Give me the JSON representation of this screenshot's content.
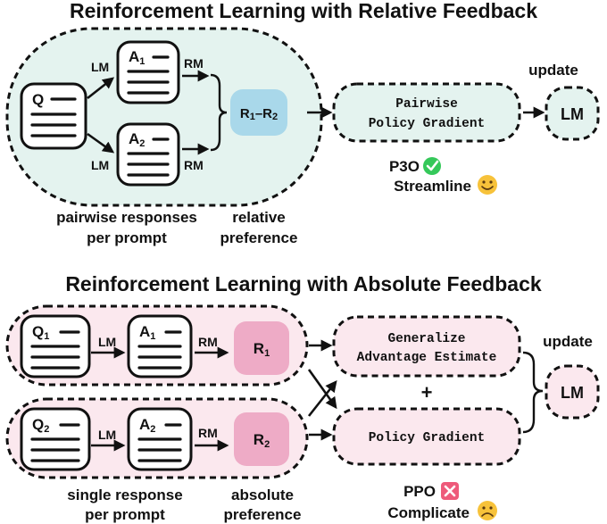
{
  "top": {
    "title": "Reinforcement Learning with Relative Feedback",
    "q_letter": "Q",
    "a1_letter": "A",
    "a1_sub": "1",
    "a2_letter": "A",
    "a2_sub": "2",
    "lm_top": "LM",
    "lm_bottom": "LM",
    "rm_top": "RM",
    "rm_bottom": "RM",
    "reward_main": "R",
    "reward_sub1": "1",
    "reward_dash": "–R",
    "reward_sub2": "2",
    "caption_left_1": "pairwise responses",
    "caption_left_2": "per prompt",
    "caption_right_1": "relative",
    "caption_right_2": "preference",
    "algo_line1": "Pairwise",
    "algo_line2": "Policy Gradient",
    "update_label": "update",
    "target": "LM",
    "method": "P3O",
    "verdict": "Streamline"
  },
  "bottom": {
    "title": "Reinforcement Learning with Absolute Feedback",
    "q1_letter": "Q",
    "q1_sub": "1",
    "a1_letter": "A",
    "a1_sub": "1",
    "r1_letter": "R",
    "r1_sub": "1",
    "q2_letter": "Q",
    "q2_sub": "2",
    "a2_letter": "A",
    "a2_sub": "2",
    "r2_letter": "R",
    "r2_sub": "2",
    "lm_top": "LM",
    "lm_bottom": "LM",
    "rm_top": "RM",
    "rm_bottom": "RM",
    "gae_line1": "Generalize",
    "gae_line2": "Advantage Estimate",
    "plus": "+",
    "pg_label": "Policy Gradient",
    "update_label": "update",
    "target": "LM",
    "caption_left_1": "single response",
    "caption_left_2": "per prompt",
    "caption_right_1": "absolute",
    "caption_right_2": "preference",
    "method": "PPO",
    "verdict": "Complicate"
  },
  "colors": {
    "teal_fill": "#e4f3ef",
    "blue_reward": "#a9d8ea",
    "pink_fill": "#fbe8ee",
    "pink_reward": "#eeabc6",
    "check_green": "#35c85a",
    "cross_red": "#ee5a7a",
    "emoji_yellow": "#f7c23a"
  },
  "icons": [
    "check-icon",
    "cross-icon",
    "smile-emoji-icon",
    "frown-emoji-icon"
  ]
}
